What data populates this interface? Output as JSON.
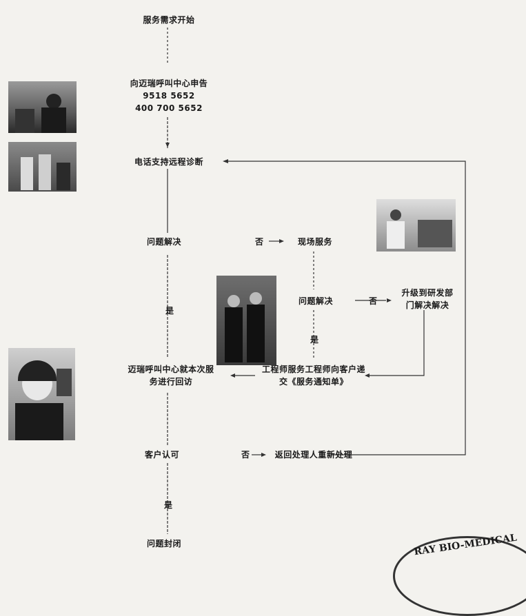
{
  "nodes": {
    "start": "服务需求开始",
    "call_line1": "向迈瑞呼叫中心申告",
    "call_line2": "9518 5652",
    "call_line3": "400 700 5652",
    "remote": "电话支持远程诊断",
    "solved1": "问题解决",
    "onsite": "现场服务",
    "solved2": "问题解决",
    "escalate_line1": "升级到研发部",
    "escalate_line2": "门解决解决",
    "submit_line1": "工程师服务工程师向客户递",
    "submit_line2": "交《服务通知单》",
    "callback_line1": "迈瑞呼叫中心就本次服",
    "callback_line2": "务进行回访",
    "confirm": "客户认可",
    "return": "返回处理人重新处理",
    "closed": "问题封闭"
  },
  "edge_labels": {
    "no1": "否",
    "yes1": "是",
    "no2": "否",
    "yes2": "是",
    "no3": "否",
    "yes3": "是"
  },
  "stamp": {
    "text": "RAY BIO-MEDICAL"
  }
}
